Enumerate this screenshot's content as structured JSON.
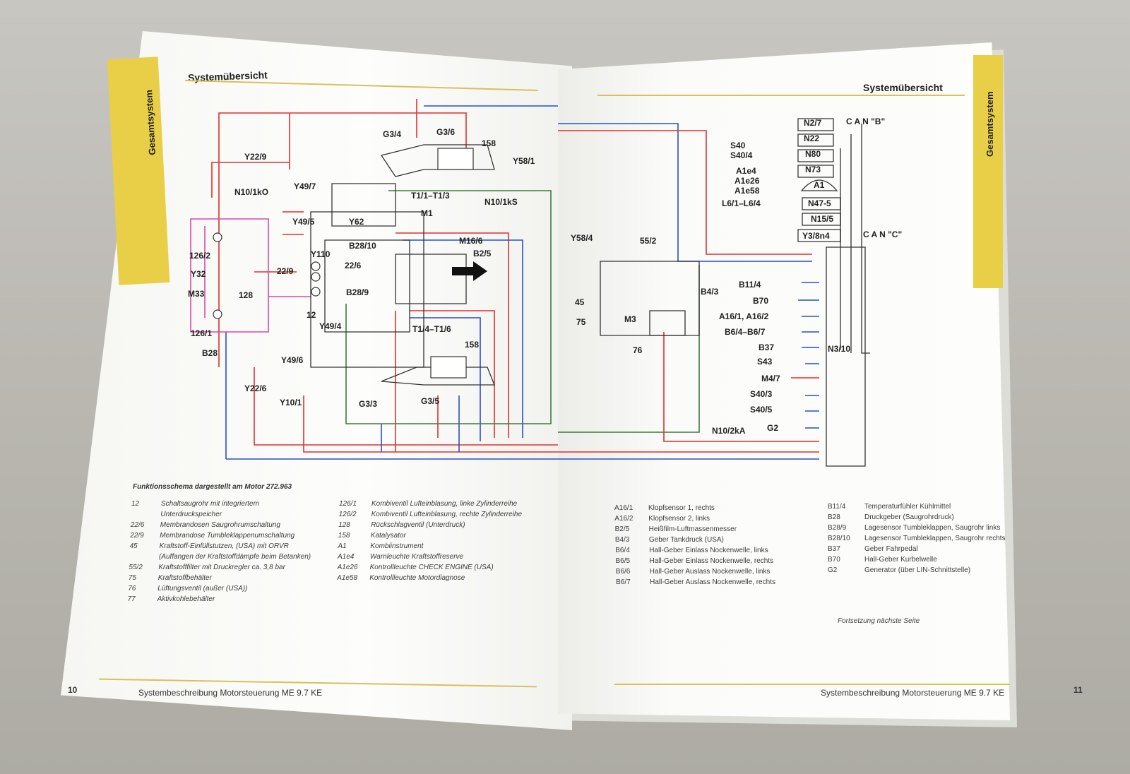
{
  "left_page": {
    "section_tab": "Gesamtsystem",
    "title": "Systemübersicht",
    "page_number": "10",
    "footer": "Systembeschreibung Motorsteuerung ME 9.7 KE",
    "caption": "Funktionsschema dargestellt am Motor 272.963",
    "legend_col1": [
      {
        "code": "12",
        "text": "Schaltsaugrohr mit integriertem"
      },
      {
        "code": "",
        "text": "Unterdruckspeicher"
      },
      {
        "code": "22/6",
        "text": "Membrandosen Saugrohrumschaltung"
      },
      {
        "code": "22/9",
        "text": "Membrandose Tumbleklappenumschaltung"
      },
      {
        "code": "45",
        "text": "Kraftstoff-Einfüllstutzen, (USA) mit ORVR"
      },
      {
        "code": "",
        "text": "(Auffangen der Kraftstoffdämpfe beim Betanken)"
      },
      {
        "code": "55/2",
        "text": "Kraftstofffilter mit Druckregler ca. 3,8 bar"
      },
      {
        "code": "75",
        "text": "Kraftstoffbehälter"
      },
      {
        "code": "76",
        "text": "Lüftungsventil (außer (USA))"
      },
      {
        "code": "77",
        "text": "Aktivkohlebehälter"
      }
    ],
    "legend_col2": [
      {
        "code": "126/1",
        "text": "Kombiventil Lufteinblasung, linke Zylinderreihe"
      },
      {
        "code": "126/2",
        "text": "Kombiventil Lufteinblasung, rechte Zylinderreihe"
      },
      {
        "code": "128",
        "text": "Rückschlagventil (Unterdruck)"
      },
      {
        "code": "158",
        "text": "Katalysator"
      },
      {
        "code": "A1",
        "text": "Kombiinstrument"
      },
      {
        "code": "A1e4",
        "text": "Warnleuchte Kraftstoffreserve"
      },
      {
        "code": "A1e26",
        "text": "Kontrollleuchte CHECK ENGINE (USA)"
      },
      {
        "code": "A1e58",
        "text": "Kontrollleuchte Motordiagnose"
      }
    ],
    "diagram_labels": [
      "Y22/9",
      "N10/1kO",
      "Y49/7",
      "Y49/5",
      "Y62",
      "G3/4",
      "G3/6",
      "158",
      "T1/1–T1/3",
      "M1",
      "N10/1kS",
      "Y58/1",
      "Y58/4",
      "M16/6",
      "B2/5",
      "B28/10",
      "Y110",
      "22/6",
      "22/9",
      "126/2",
      "Y32",
      "M33",
      "128",
      "126/1",
      "B28/9",
      "12",
      "Y49/4",
      "T1/4–T1/6",
      "B28",
      "Y49/6",
      "Y22/6",
      "Y10/1",
      "G3/3",
      "G3/5",
      "158",
      "45"
    ]
  },
  "right_page": {
    "section_tab": "Gesamtsystem",
    "title": "Systemübersicht",
    "page_number": "11",
    "footer": "Systembeschreibung Motorsteuerung ME 9.7 KE",
    "continuation": "Fortsetzung nächste Seite",
    "diagram_labels": [
      "55/2",
      "75",
      "M3",
      "76",
      "B4/3",
      "N2/7",
      "N22",
      "N80",
      "N73",
      "A1",
      "N47-5",
      "N15/5",
      "Y3/8n4",
      "N3/10",
      "S40",
      "S40/4",
      "A1e4",
      "A1e26",
      "A1e58",
      "L6/1–L6/4",
      "B11/4",
      "B70",
      "A16/1, A16/2",
      "B6/4–B6/7",
      "B37",
      "S43",
      "M4/7",
      "S40/3",
      "S40/5",
      "N10/2kA",
      "G2",
      "C A N \"B\"",
      "C A N \"C\""
    ],
    "legend_col1": [
      {
        "code": "A16/1",
        "text": "Klopfsensor 1, rechts"
      },
      {
        "code": "A16/2",
        "text": "Klopfsensor 2, links"
      },
      {
        "code": "B2/5",
        "text": "Heißfilm-Luftmassenmesser"
      },
      {
        "code": "B4/3",
        "text": "Geber Tankdruck (USA)"
      },
      {
        "code": "B6/4",
        "text": "Hall-Geber Einlass Nockenwelle, links"
      },
      {
        "code": "B6/5",
        "text": "Hall-Geber Einlass Nockenwelle, rechts"
      },
      {
        "code": "B6/6",
        "text": "Hall-Geber Auslass Nockenwelle, links"
      },
      {
        "code": "B6/7",
        "text": "Hall-Geber Auslass Nockenwelle, rechts"
      }
    ],
    "legend_col2": [
      {
        "code": "B11/4",
        "text": "Temperaturfühler Kühlmittel"
      },
      {
        "code": "B28",
        "text": "Druckgeber (Saugrohrdruck)"
      },
      {
        "code": "B28/9",
        "text": "Lagesensor Tumbleklappen, Saugrohr links"
      },
      {
        "code": "B28/10",
        "text": "Lagesensor Tumbleklappen, Saugrohr rechts"
      },
      {
        "code": "B37",
        "text": "Geber Fahrpedal"
      },
      {
        "code": "B70",
        "text": "Hall-Geber Kurbelwelle"
      },
      {
        "code": "G2",
        "text": "Generator (über LIN-Schnittstelle)"
      }
    ]
  },
  "colors": {
    "tab": "#e8cf47",
    "wire_red": "#e03030",
    "wire_blue": "#2a4fc8",
    "wire_pink": "#d84aa8",
    "wire_green": "#3f7a3f",
    "paper": "#fbfbf9"
  }
}
